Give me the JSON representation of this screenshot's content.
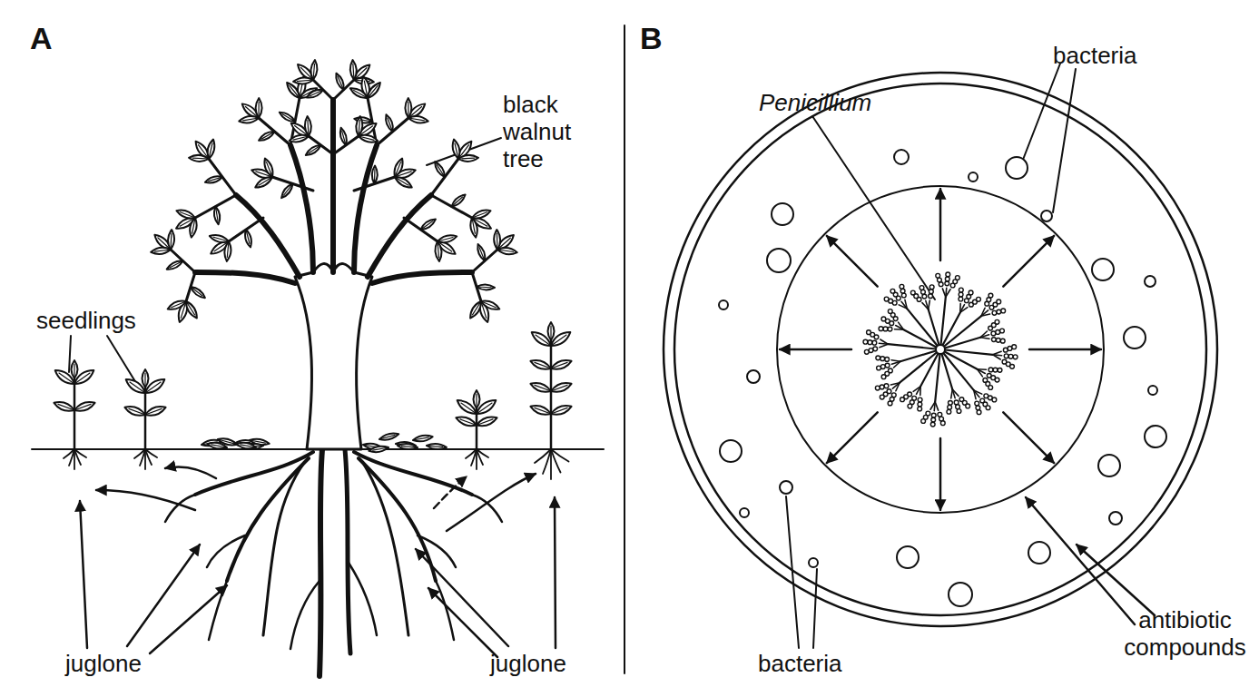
{
  "diagram": {
    "labels": [
      "A",
      "B",
      "black walnut tree",
      "seedlings",
      "juglone",
      "juglone",
      "Penicillium",
      "bacteria",
      "bacteria",
      "antibiotic compounds"
    ]
  }
}
